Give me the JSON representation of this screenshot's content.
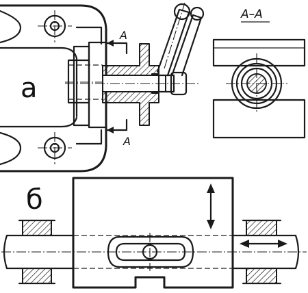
{
  "labels": {
    "view_a": "а",
    "view_b": "б",
    "section_mark_top": "A",
    "section_mark_bottom": "A",
    "section_title": "A–A"
  },
  "colors": {
    "ink": "#1a1a1a",
    "background": "#ffffff"
  },
  "icons": {
    "vertical_motion": "double-arrow-vertical",
    "horizontal_motion": "double-arrow-horizontal"
  }
}
